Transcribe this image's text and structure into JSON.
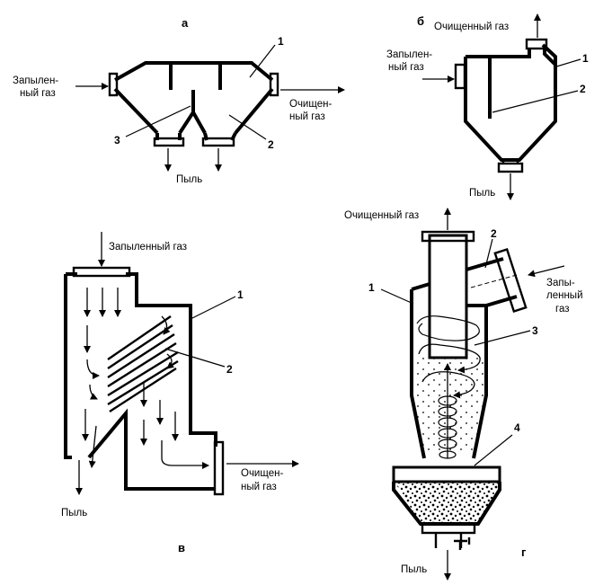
{
  "panels": {
    "a": {
      "letter": "а",
      "dusty_gas": [
        "Запылен-",
        "ный газ"
      ],
      "clean_gas": [
        "Очищен-",
        "ный газ"
      ],
      "dust": "Пыль",
      "num1": "1",
      "num2": "2",
      "num3": "3"
    },
    "b": {
      "letter": "б",
      "clean_gas": "Очищенный газ",
      "dusty_gas": [
        "Запылен-",
        "ный газ"
      ],
      "dust": "Пыль",
      "num1": "1",
      "num2": "2"
    },
    "v": {
      "letter": "в",
      "dusty_gas": "Запыленный газ",
      "clean_gas": [
        "Очищен-",
        "ный газ"
      ],
      "dust": "Пыль",
      "num1": "1",
      "num2": "2"
    },
    "g": {
      "letter": "г",
      "clean_gas": "Очищенный газ",
      "dusty_gas": [
        "Запы-",
        "ленный",
        "газ"
      ],
      "dust": "Пыль",
      "num1": "1",
      "num2": "2",
      "num3": "3",
      "num4": "4"
    }
  }
}
